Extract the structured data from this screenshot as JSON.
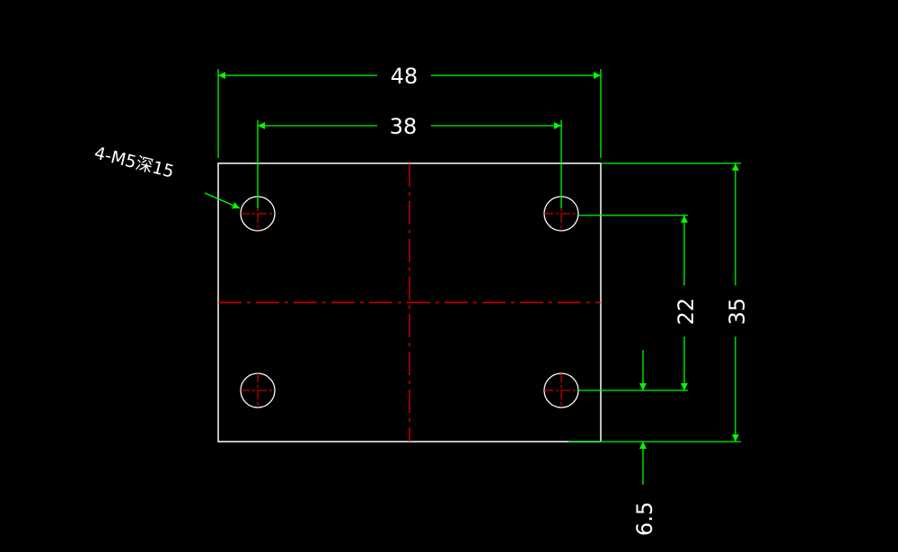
{
  "colors": {
    "background": "#000000",
    "outline": "#ffffff",
    "dimension": "#00ff00",
    "dimension_text": "#ffffff",
    "centerline": "#ff0000"
  },
  "dimensions": {
    "overall_width": "48",
    "hole_spacing_x": "38",
    "hole_spacing_y": "22",
    "overall_height": "35",
    "hole_offset": "6.5"
  },
  "callout": {
    "hole_spec": "4-M5深15"
  }
}
